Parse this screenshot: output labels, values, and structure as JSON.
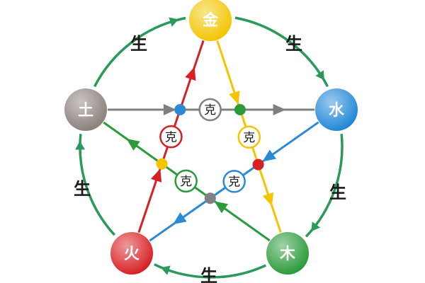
{
  "elements": {
    "metal": {
      "label": "金",
      "color": "#f2c500"
    },
    "water": {
      "label": "水",
      "color": "#1f86d6"
    },
    "wood": {
      "label": "木",
      "color": "#2a9a3a"
    },
    "fire": {
      "label": "火",
      "color": "#d71f24"
    },
    "earth": {
      "label": "土",
      "color": "#8a7f7a"
    }
  },
  "generation": {
    "label": "生",
    "arrow_color": "#2a9a5a",
    "cycle": [
      "metal",
      "water",
      "wood",
      "fire",
      "earth"
    ]
  },
  "control": {
    "label": "克",
    "cycle": [
      {
        "from": "earth",
        "to": "water",
        "color": "#808080"
      },
      {
        "from": "water",
        "to": "fire",
        "color": "#2a8ad6"
      },
      {
        "from": "fire",
        "to": "metal",
        "color": "#d71f24"
      },
      {
        "from": "metal",
        "to": "wood",
        "color": "#f2c500"
      },
      {
        "from": "wood",
        "to": "earth",
        "color": "#2a9a3a"
      }
    ]
  }
}
